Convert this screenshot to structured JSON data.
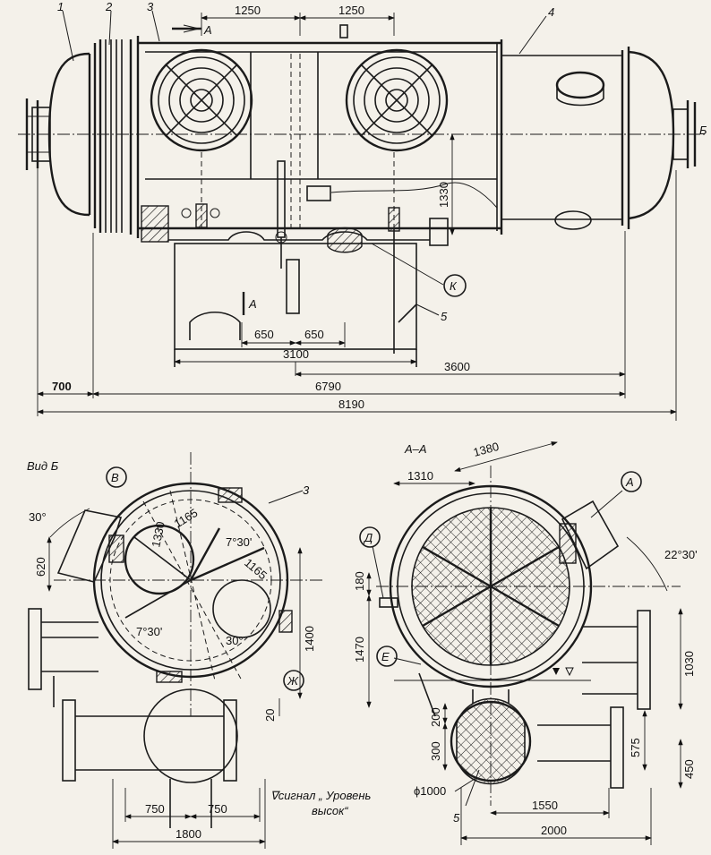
{
  "labels": {
    "part_1": "1",
    "part_2": "2",
    "part_3": "3",
    "part_4": "4",
    "part_5": "5",
    "section_a": "А",
    "section_a_lower": "А",
    "view_b_arrow": "Б",
    "callout_k": "К",
    "view_b_title": "Вид Б",
    "section_aa_title": "А–А",
    "callout_v": "В",
    "callout_a": "А",
    "callout_d": "Д",
    "callout_e": "Е",
    "callout_zh": "Ж",
    "part_3_view": "3",
    "part_5_section": "5",
    "signal_line1": "∇сигнал „ Уровень",
    "signal_line2": "высок“"
  },
  "dimensions": {
    "top_1250_left": "1250",
    "top_1250_right": "1250",
    "height_1330": "1330",
    "d650_left": "650",
    "d650_right": "650",
    "d3100": "3100",
    "d3600": "3600",
    "d700": "700",
    "d6790": "6790",
    "d8190": "8190",
    "vb_1330": "1330",
    "vb_1165_a": "1165",
    "vb_1165_b": "1165",
    "vb_30_top": "30°",
    "vb_620": "620",
    "vb_7_30_top": "7°30'",
    "vb_7_30_bottom": "7°30'",
    "vb_30_bottom": "30°",
    "vb_1400": "1400",
    "vb_20": "20",
    "vb_750_left": "750",
    "vb_750_right": "750",
    "vb_1800": "1800",
    "aa_1380": "1380",
    "aa_1310": "1310",
    "aa_22_30": "22°30'",
    "aa_180": "180",
    "aa_1470": "1470",
    "aa_1030": "1030",
    "aa_200": "200",
    "aa_300": "300",
    "aa_575": "575",
    "aa_450": "450",
    "aa_diam": "ϕ1000",
    "aa_1550": "1550",
    "aa_2000": "2000"
  }
}
